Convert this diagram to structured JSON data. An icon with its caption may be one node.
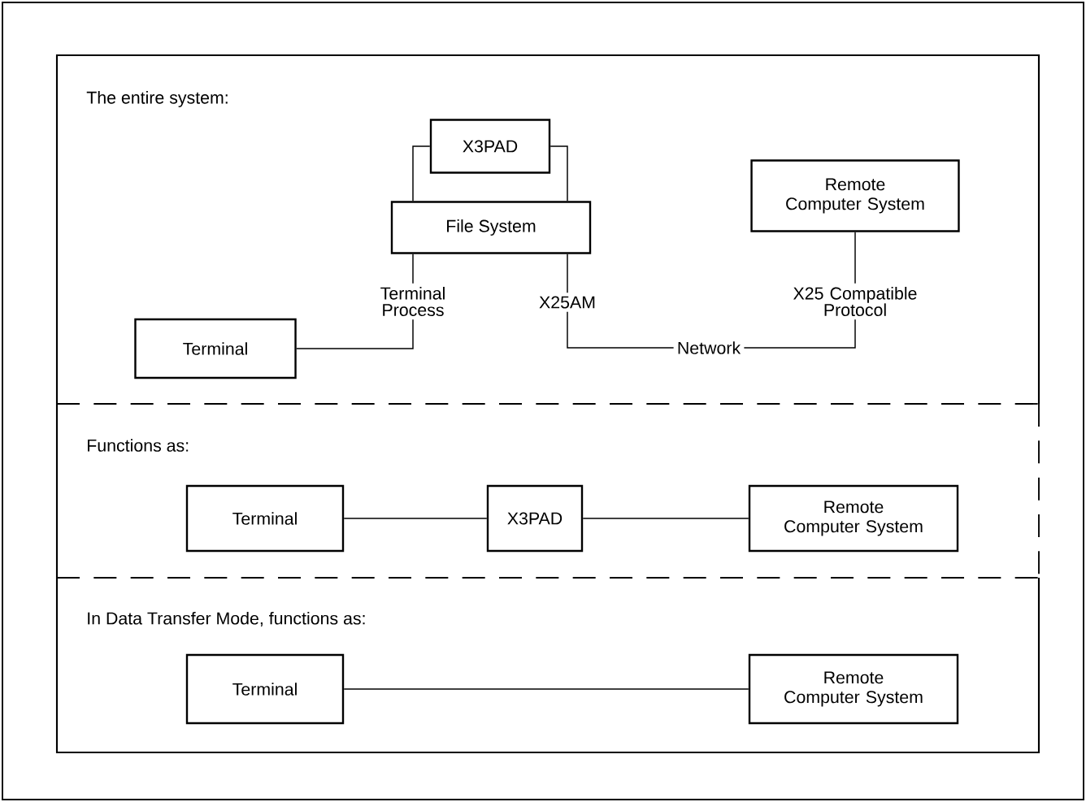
{
  "diagram": {
    "nodes": [
      {
        "text": [
          "X3PAD"
        ]
      },
      {
        "text": [
          "File System"
        ]
      },
      {
        "text": [
          "Remote Computer System"
        ]
      },
      {
        "text": [
          "Terminal Process"
        ]
      },
      {
        "text": [
          "X25AM"
        ]
      },
      {
        "text": [
          "X25 Compatible Protocol"
        ]
      },
      {
        "text": [
          "Terminal"
        ]
      },
      {
        "text": [
          "Network"
        ]
      },
      {
        "text": [
          "Terminal"
        ]
      },
      {
        "text": [
          "X3PAD"
        ]
      },
      {
        "text": [
          "Remote Computer System"
        ]
      },
      {
        "text": [
          "Terminal"
        ]
      },
      {
        "text": [
          "Remote Computer System"
        ]
      }
    ],
    "edges": [
      {
        "from": 1,
        "to": 0,
        "arrow": "none"
      },
      {
        "from": 1,
        "to": 0,
        "arrow": "none"
      },
      {
        "from": 3,
        "to": 1,
        "arrow": "none"
      },
      {
        "from": 4,
        "to": 1,
        "arrow": "none"
      },
      {
        "from": 6,
        "to": 3,
        "arrow": "none"
      },
      {
        "from": 4,
        "to": 7,
        "arrow": "none"
      },
      {
        "from": 7,
        "to": 5,
        "arrow": "none"
      },
      {
        "from": 5,
        "to": 2,
        "arrow": "none"
      },
      {
        "from": 8,
        "to": 9,
        "arrow": "none"
      },
      {
        "from": 9,
        "to": 10,
        "arrow": "none"
      },
      {
        "from": 11,
        "to": 12,
        "arrow": "none"
      }
    ],
    "labels": [
      "The entire system:",
      "Functions as:",
      "In Data Transfer Mode, functions as:"
    ]
  }
}
